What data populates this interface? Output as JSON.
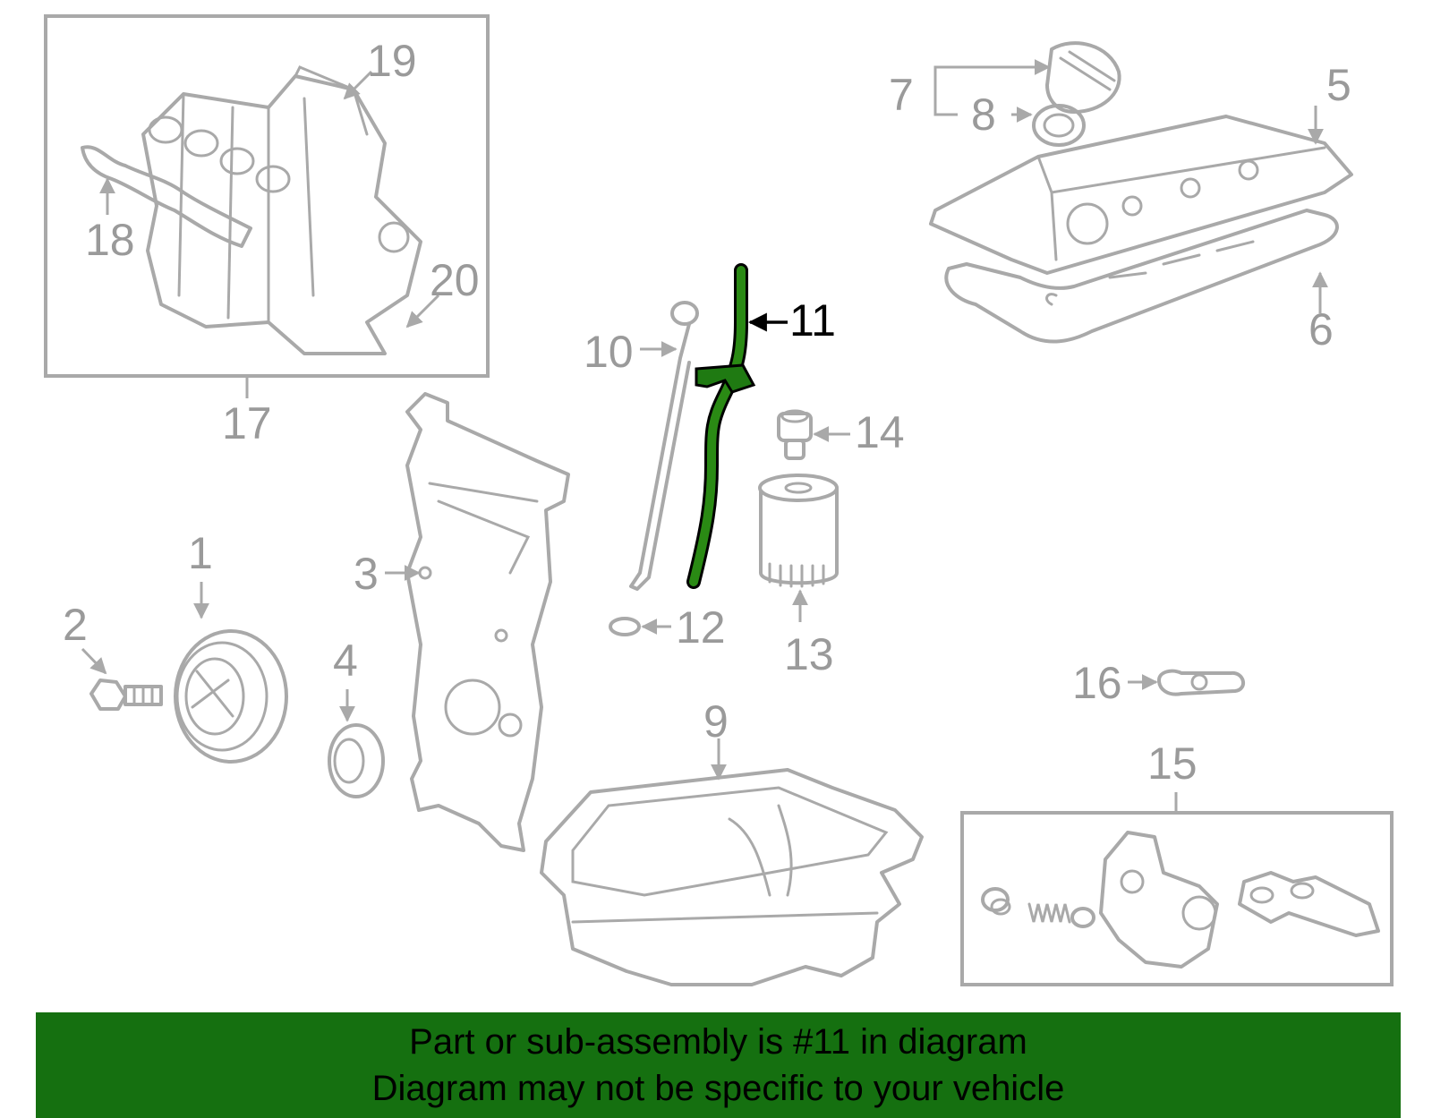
{
  "callouts": {
    "c1": "1",
    "c2": "2",
    "c3": "3",
    "c4": "4",
    "c5": "5",
    "c6": "6",
    "c7": "7",
    "c8": "8",
    "c9": "9",
    "c10": "10",
    "c11": "11",
    "c12": "12",
    "c13": "13",
    "c14": "14",
    "c15": "15",
    "c16": "16",
    "c17": "17",
    "c18": "18",
    "c19": "19",
    "c20": "20"
  },
  "highlighted_part": "11",
  "colors": {
    "highlight_part": "#2a8a14",
    "banner_background": "#157010",
    "parts_outline": "#a9a9a9"
  },
  "banner": {
    "line1": "Part or sub-assembly is #11 in diagram",
    "line2": "Diagram may not be specific to your vehicle"
  }
}
